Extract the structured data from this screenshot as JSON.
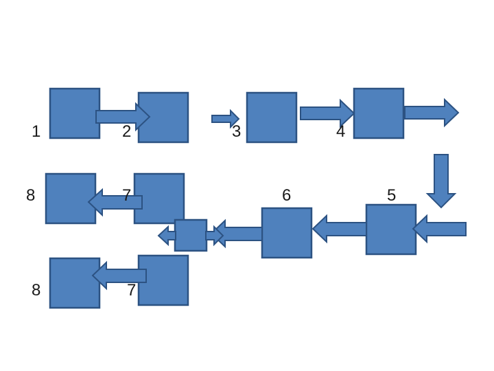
{
  "colors": {
    "box_fill": "#4f81bd",
    "box_stroke": "#2c5282",
    "text": "#1a1a1a",
    "background": "#ffffff"
  },
  "labels": {
    "n1": "1",
    "n2": "2",
    "n3": "3",
    "n4": "4",
    "n5": "5",
    "n6": "6",
    "n7a": "7",
    "n8a": "8",
    "n7b": "7",
    "n8b": "8"
  }
}
